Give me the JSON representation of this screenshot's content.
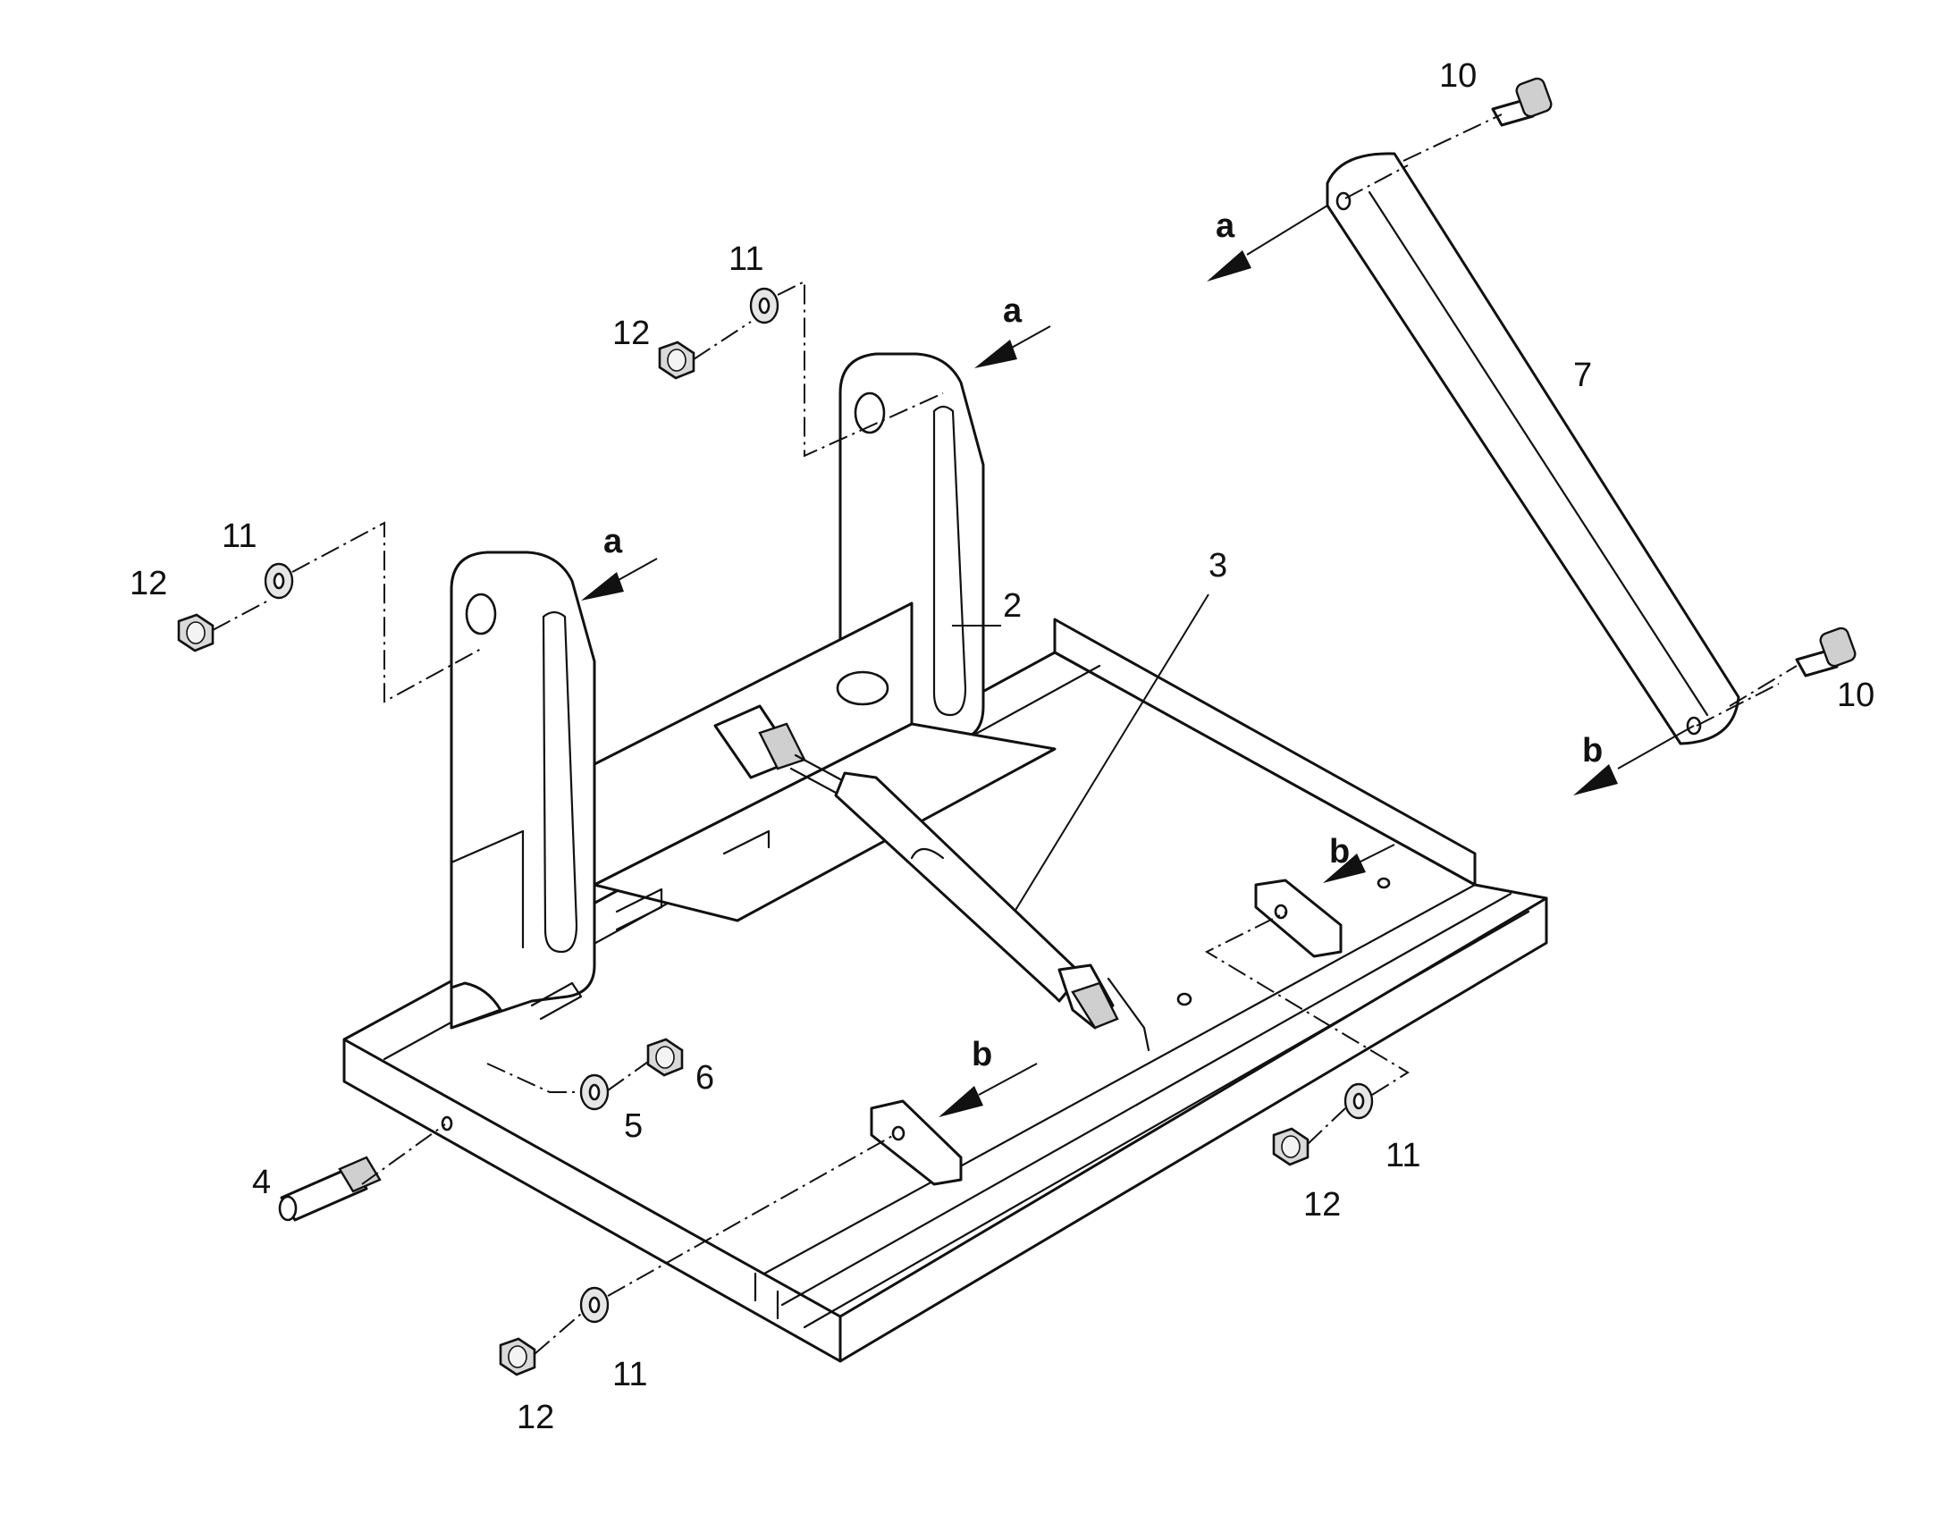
{
  "callouts": {
    "c2": "2",
    "c3": "3",
    "c4": "4",
    "c5": "5",
    "c6": "6",
    "c7": "7",
    "c10_top": "10",
    "c10_right": "10",
    "c11_topleft": "11",
    "c12_topleft": "12",
    "c11_topcenter": "11",
    "c12_topcenter": "12",
    "c11_bottomright": "11",
    "c12_bottomright": "12",
    "c11_bottom": "11",
    "c12_bottom": "12"
  },
  "connection_markers": {
    "a_left": "a",
    "a_center": "a",
    "a_top": "a",
    "b_right": "b",
    "b_inner": "b",
    "b_bottom": "b"
  }
}
